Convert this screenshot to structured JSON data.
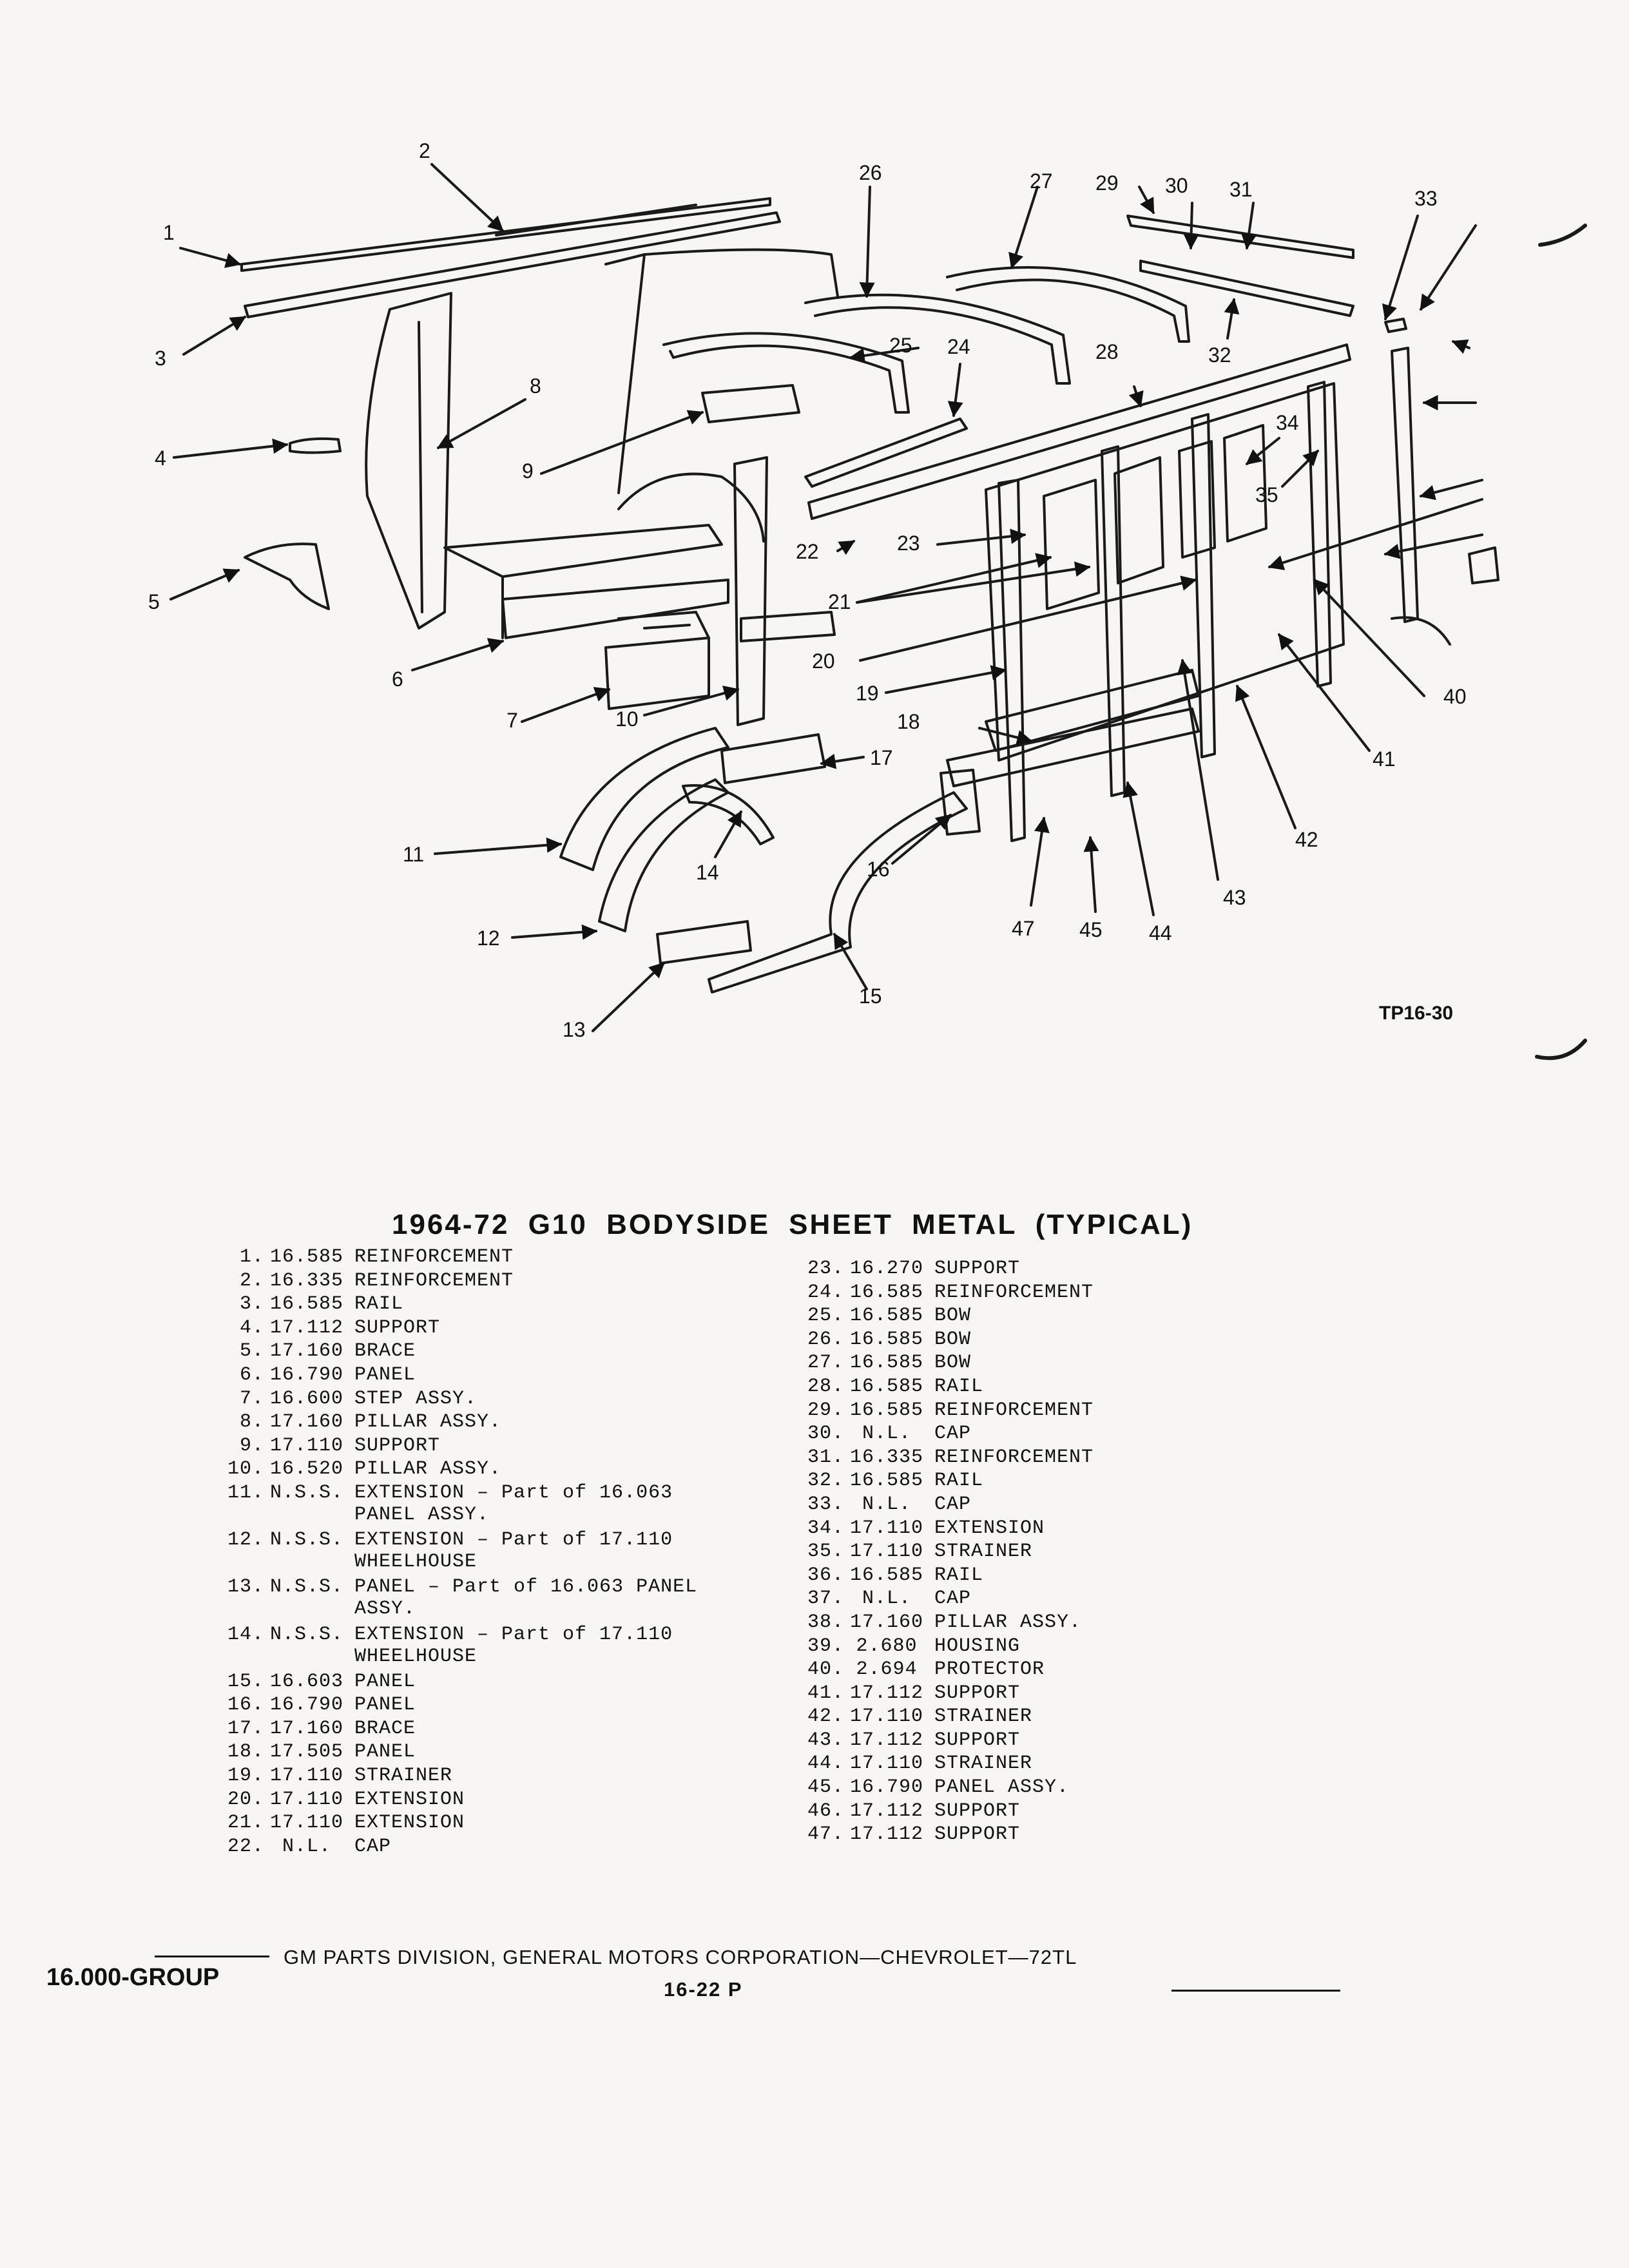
{
  "diagram": {
    "callouts": [
      "1",
      "2",
      "3",
      "4",
      "5",
      "6",
      "7",
      "8",
      "9",
      "10",
      "11",
      "12",
      "13",
      "14",
      "15",
      "16",
      "17",
      "18",
      "19",
      "20",
      "21",
      "22",
      "23",
      "24",
      "25",
      "26",
      "27",
      "28",
      "29",
      "30",
      "31",
      "32",
      "33",
      "34",
      "35",
      "40",
      "41",
      "42",
      "43",
      "44",
      "45",
      "47"
    ],
    "figure_code": "TP16-30"
  },
  "title": "1964-72 G10 BODYSIDE SHEET METAL (TYPICAL)",
  "parts_left": [
    {
      "no": "1.",
      "group": "16.585",
      "name": "REINFORCEMENT"
    },
    {
      "no": "2.",
      "group": "16.335",
      "name": "REINFORCEMENT"
    },
    {
      "no": "3.",
      "group": "16.585",
      "name": "RAIL"
    },
    {
      "no": "4.",
      "group": "17.112",
      "name": "SUPPORT"
    },
    {
      "no": "5.",
      "group": "17.160",
      "name": "BRACE"
    },
    {
      "no": "6.",
      "group": "16.790",
      "name": "PANEL"
    },
    {
      "no": "7.",
      "group": "16.600",
      "name": "STEP ASSY."
    },
    {
      "no": "8.",
      "group": "17.160",
      "name": "PILLAR ASSY."
    },
    {
      "no": "9.",
      "group": "17.110",
      "name": "SUPPORT"
    },
    {
      "no": "10.",
      "group": "16.520",
      "name": "PILLAR ASSY."
    },
    {
      "no": "11.",
      "group": "N.S.S.",
      "name": "EXTENSION – Part of 16.063 PANEL ASSY."
    },
    {
      "no": "12.",
      "group": "N.S.S.",
      "name": "EXTENSION – Part of 17.110 WHEELHOUSE"
    },
    {
      "no": "13.",
      "group": "N.S.S.",
      "name": "PANEL – Part of 16.063 PANEL ASSY."
    },
    {
      "no": "14.",
      "group": "N.S.S.",
      "name": "EXTENSION – Part of 17.110 WHEELHOUSE"
    },
    {
      "no": "15.",
      "group": "16.603",
      "name": "PANEL"
    },
    {
      "no": "16.",
      "group": "16.790",
      "name": "PANEL"
    },
    {
      "no": "17.",
      "group": "17.160",
      "name": "BRACE"
    },
    {
      "no": "18.",
      "group": "17.505",
      "name": "PANEL"
    },
    {
      "no": "19.",
      "group": "17.110",
      "name": "STRAINER"
    },
    {
      "no": "20.",
      "group": "17.110",
      "name": "EXTENSION"
    },
    {
      "no": "21.",
      "group": "17.110",
      "name": "EXTENSION"
    },
    {
      "no": "22.",
      "group": "N.L.",
      "name": "CAP"
    }
  ],
  "parts_right": [
    {
      "no": "23.",
      "group": "16.270",
      "name": "SUPPORT"
    },
    {
      "no": "24.",
      "group": "16.585",
      "name": "REINFORCEMENT"
    },
    {
      "no": "25.",
      "group": "16.585",
      "name": "BOW"
    },
    {
      "no": "26.",
      "group": "16.585",
      "name": "BOW"
    },
    {
      "no": "27.",
      "group": "16.585",
      "name": "BOW"
    },
    {
      "no": "28.",
      "group": "16.585",
      "name": "RAIL"
    },
    {
      "no": "29.",
      "group": "16.585",
      "name": "REINFORCEMENT"
    },
    {
      "no": "30.",
      "group": "N.L.",
      "name": "CAP"
    },
    {
      "no": "31.",
      "group": "16.335",
      "name": "REINFORCEMENT"
    },
    {
      "no": "32.",
      "group": "16.585",
      "name": "RAIL"
    },
    {
      "no": "33.",
      "group": "N.L.",
      "name": "CAP"
    },
    {
      "no": "34.",
      "group": "17.110",
      "name": "EXTENSION"
    },
    {
      "no": "35.",
      "group": "17.110",
      "name": "STRAINER"
    },
    {
      "no": "36.",
      "group": "16.585",
      "name": "RAIL"
    },
    {
      "no": "37.",
      "group": "N.L.",
      "name": "CAP"
    },
    {
      "no": "38.",
      "group": "17.160",
      "name": "PILLAR ASSY."
    },
    {
      "no": "39.",
      "group": "2.680",
      "name": "HOUSING"
    },
    {
      "no": "40.",
      "group": "2.694",
      "name": "PROTECTOR"
    },
    {
      "no": "41.",
      "group": "17.112",
      "name": "SUPPORT"
    },
    {
      "no": "42.",
      "group": "17.110",
      "name": "STRAINER"
    },
    {
      "no": "43.",
      "group": "17.112",
      "name": "SUPPORT"
    },
    {
      "no": "44.",
      "group": "17.110",
      "name": "STRAINER"
    },
    {
      "no": "45.",
      "group": "16.790",
      "name": "PANEL ASSY."
    },
    {
      "no": "46.",
      "group": "17.112",
      "name": "SUPPORT"
    },
    {
      "no": "47.",
      "group": "17.112",
      "name": "SUPPORT"
    }
  ],
  "footer": {
    "group": "16.000-GROUP",
    "line": "GM PARTS DIVISION, GENERAL MOTORS CORPORATION—CHEVROLET—72TL",
    "page": "16-22 P"
  }
}
